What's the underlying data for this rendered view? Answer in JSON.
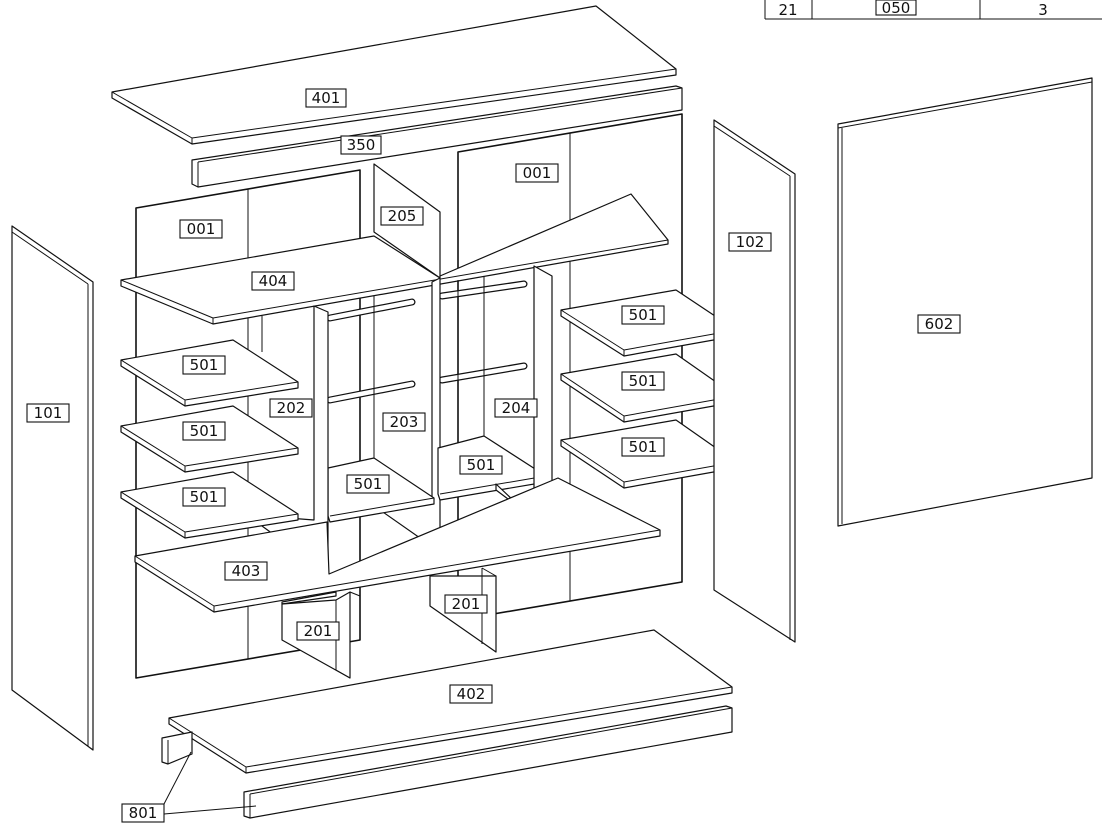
{
  "parts_table": {
    "row": {
      "no": "21",
      "code": "050",
      "qty": "3"
    }
  },
  "labels": {
    "l401": "401",
    "l350": "350",
    "l001a": "001",
    "l001b": "001",
    "l205": "205",
    "l404": "404",
    "l102": "102",
    "l602": "602",
    "l101": "101",
    "l501a": "501",
    "l501b": "501",
    "l501c": "501",
    "l501d": "501",
    "l501e": "501",
    "l501f": "501",
    "l501g": "501",
    "l501h": "501",
    "l202": "202",
    "l203": "203",
    "l204": "204",
    "l403": "403",
    "l201a": "201",
    "l201b": "201",
    "l402": "402",
    "l801": "801"
  }
}
